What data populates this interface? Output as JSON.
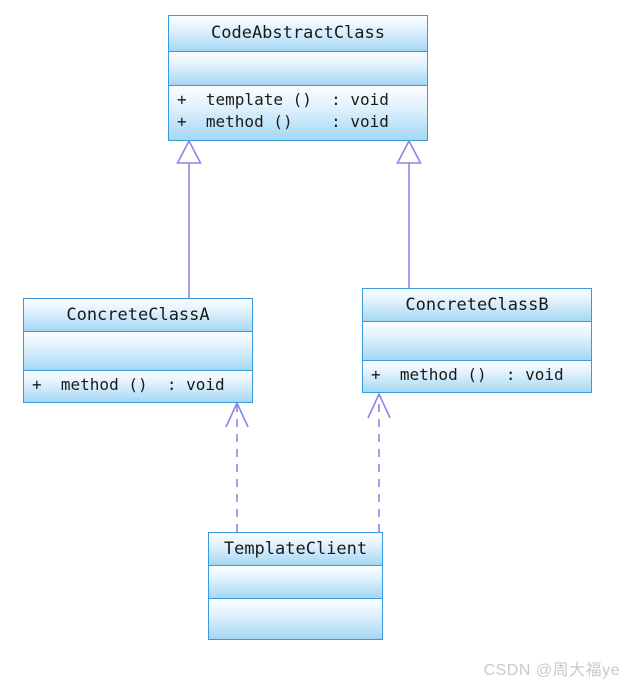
{
  "diagram": {
    "type": "uml-class-diagram",
    "pattern": "Template Method",
    "background_color": "#ffffff",
    "box_border_color": "#3a9ae0",
    "box_fill_top_color": "#fbfdff",
    "box_fill_bottom_color": "#a6d7f3",
    "connector_color": "#8a87e8"
  },
  "classes": [
    {
      "id": "code-abstract-class",
      "name": "CodeAbstractClass",
      "attributes": [],
      "methods": [
        "+  template ()  : void",
        "+  method ()    : void"
      ]
    },
    {
      "id": "concrete-class-a",
      "name": "ConcreteClassA",
      "attributes": [],
      "methods": [
        "+  method ()  : void"
      ]
    },
    {
      "id": "concrete-class-b",
      "name": "ConcreteClassB",
      "attributes": [],
      "methods": [
        "+  method ()  : void"
      ]
    },
    {
      "id": "template-client",
      "name": "TemplateClient",
      "attributes": [],
      "methods": []
    }
  ],
  "relationships": [
    {
      "id": "gen-a",
      "kind": "generalization",
      "from": "ConcreteClassA",
      "to": "CodeAbstractClass",
      "style": "solid-line-hollow-triangle"
    },
    {
      "id": "gen-b",
      "kind": "generalization",
      "from": "ConcreteClassB",
      "to": "CodeAbstractClass",
      "style": "solid-line-hollow-triangle"
    },
    {
      "id": "dep-a",
      "kind": "dependency",
      "from": "TemplateClient",
      "to": "ConcreteClassA",
      "style": "dashed-line-open-arrow"
    },
    {
      "id": "dep-b",
      "kind": "dependency",
      "from": "TemplateClient",
      "to": "ConcreteClassB",
      "style": "dashed-line-open-arrow"
    }
  ],
  "watermark": {
    "text": "CSDN @周大福ye",
    "color": "#c9c9c9"
  }
}
